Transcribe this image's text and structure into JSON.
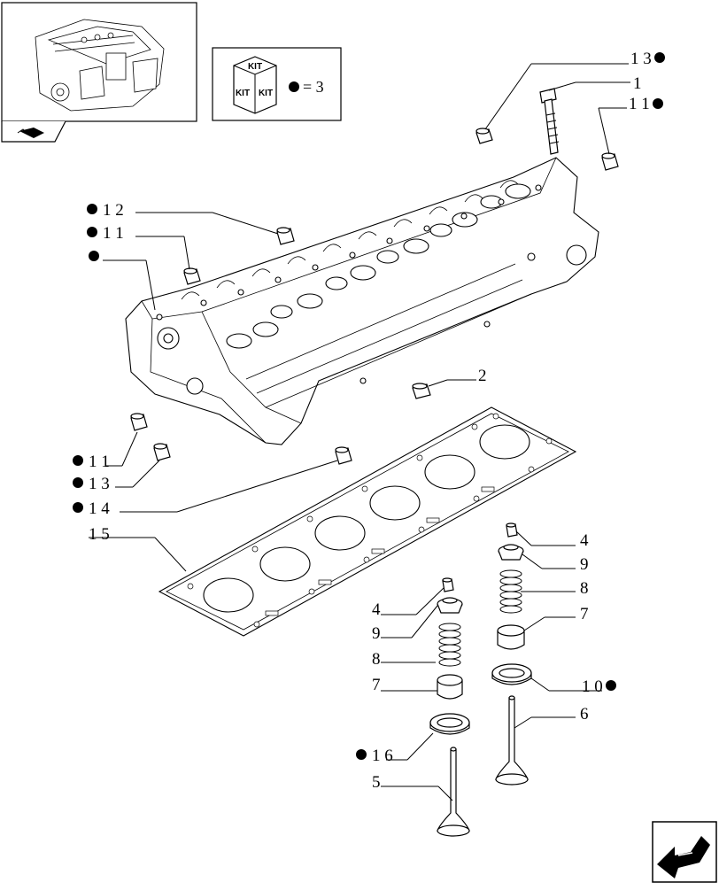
{
  "kit_legend": {
    "box_text": "KIT",
    "equals_text": "= 3"
  },
  "callouts": {
    "c1": "1",
    "c2": "2",
    "c4a": "4",
    "c4b": "4",
    "c5": "5",
    "c6": "6",
    "c7a": "7",
    "c7b": "7",
    "c8a": "8",
    "c8b": "8",
    "c9a": "9",
    "c9b": "9",
    "c10": "1 0",
    "c11a": "1 1",
    "c11b": "1 1",
    "c11c": "1 1",
    "c12": "1 2",
    "c13a": "1 3",
    "c13b": "1 3",
    "c14": "1 4",
    "c15": "1 5",
    "c16": "1 6"
  },
  "icons": {
    "kit_marker": "filled-circle-icon",
    "nav": "next-page-arrow-icon",
    "thumb_nav": "folder-arrow-icon"
  }
}
